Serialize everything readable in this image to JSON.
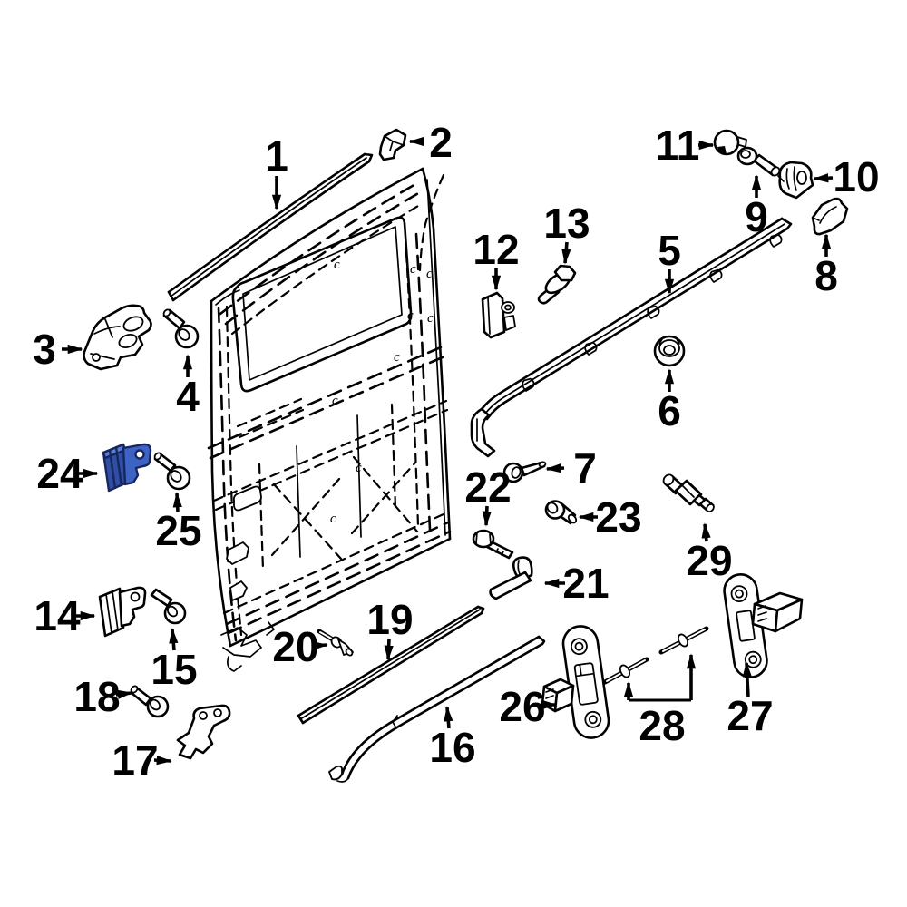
{
  "diagram": {
    "background_color": "#ffffff",
    "line_color": "#000000",
    "c_mark": "c",
    "highlight": {
      "part_label": "24",
      "fill": "#3d63c4",
      "side_fill": "#2e4fa3",
      "top_fill": "#5a7fd6",
      "stroke": "#18265e"
    },
    "callout_count": 29
  },
  "callouts": [
    {
      "label": "1"
    },
    {
      "label": "2"
    },
    {
      "label": "3"
    },
    {
      "label": "4"
    },
    {
      "label": "5"
    },
    {
      "label": "6"
    },
    {
      "label": "7"
    },
    {
      "label": "8"
    },
    {
      "label": "9"
    },
    {
      "label": "10"
    },
    {
      "label": "11"
    },
    {
      "label": "12"
    },
    {
      "label": "13"
    },
    {
      "label": "14"
    },
    {
      "label": "15"
    },
    {
      "label": "16"
    },
    {
      "label": "17"
    },
    {
      "label": "18"
    },
    {
      "label": "19"
    },
    {
      "label": "20"
    },
    {
      "label": "21"
    },
    {
      "label": "22"
    },
    {
      "label": "23"
    },
    {
      "label": "24"
    },
    {
      "label": "25"
    },
    {
      "label": "26"
    },
    {
      "label": "27"
    },
    {
      "label": "28"
    },
    {
      "label": "29"
    }
  ]
}
